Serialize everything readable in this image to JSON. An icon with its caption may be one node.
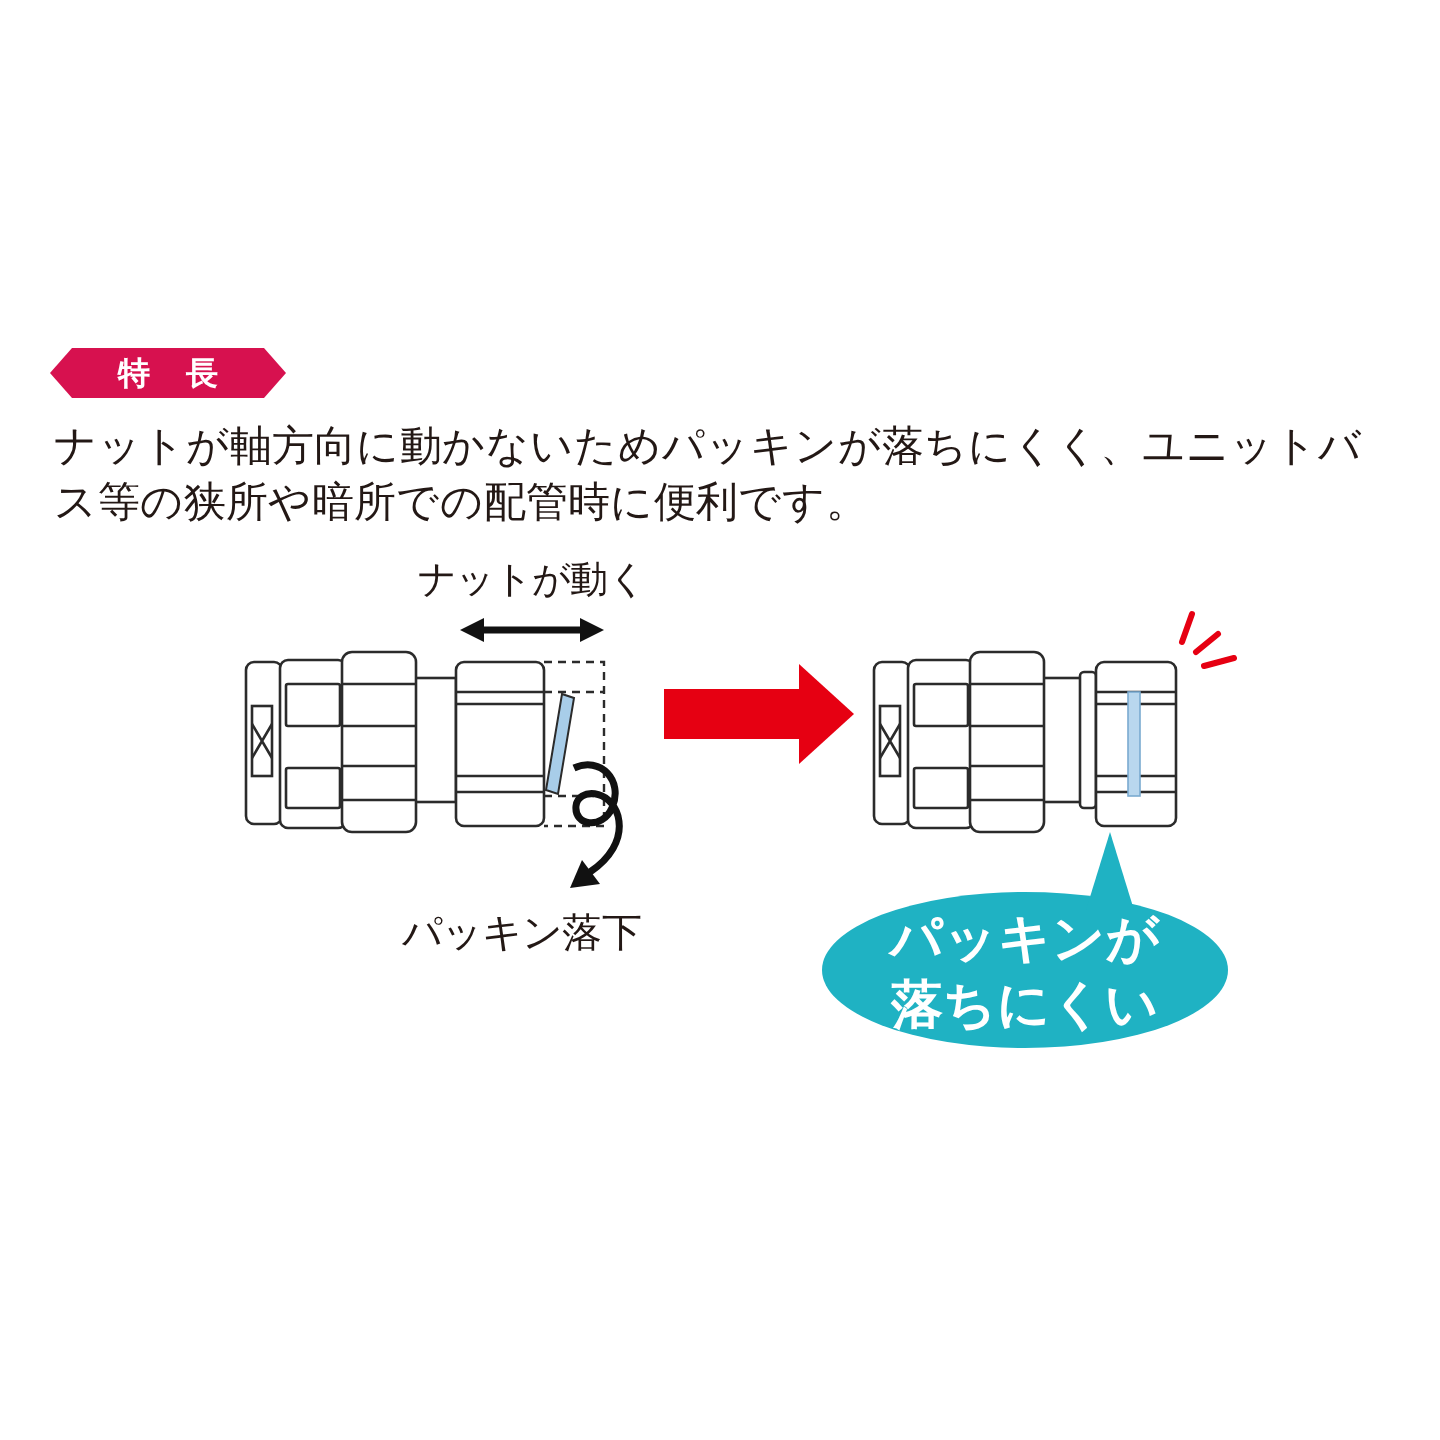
{
  "diagram": {
    "nodes": [
      {
        "text": [
          "特長"
        ]
      },
      {
        "text": [],
        "shape": "picture",
        "beside": [
          "ナットが動く",
          "パッキン落下"
        ]
      },
      {
        "text": [],
        "shape": "picture"
      },
      {
        "text": [
          "パッキンが落ちにくい"
        ]
      }
    ],
    "edges": [
      {
        "from": 1,
        "to": 2,
        "arrow": "to",
        "color": "#e60012"
      }
    ],
    "labels": [
      "ナットが軸方向に動かないためパッキンが落ちにくく、ユニットバス等の狭所や暗所での配管時に便利です。"
    ]
  }
}
